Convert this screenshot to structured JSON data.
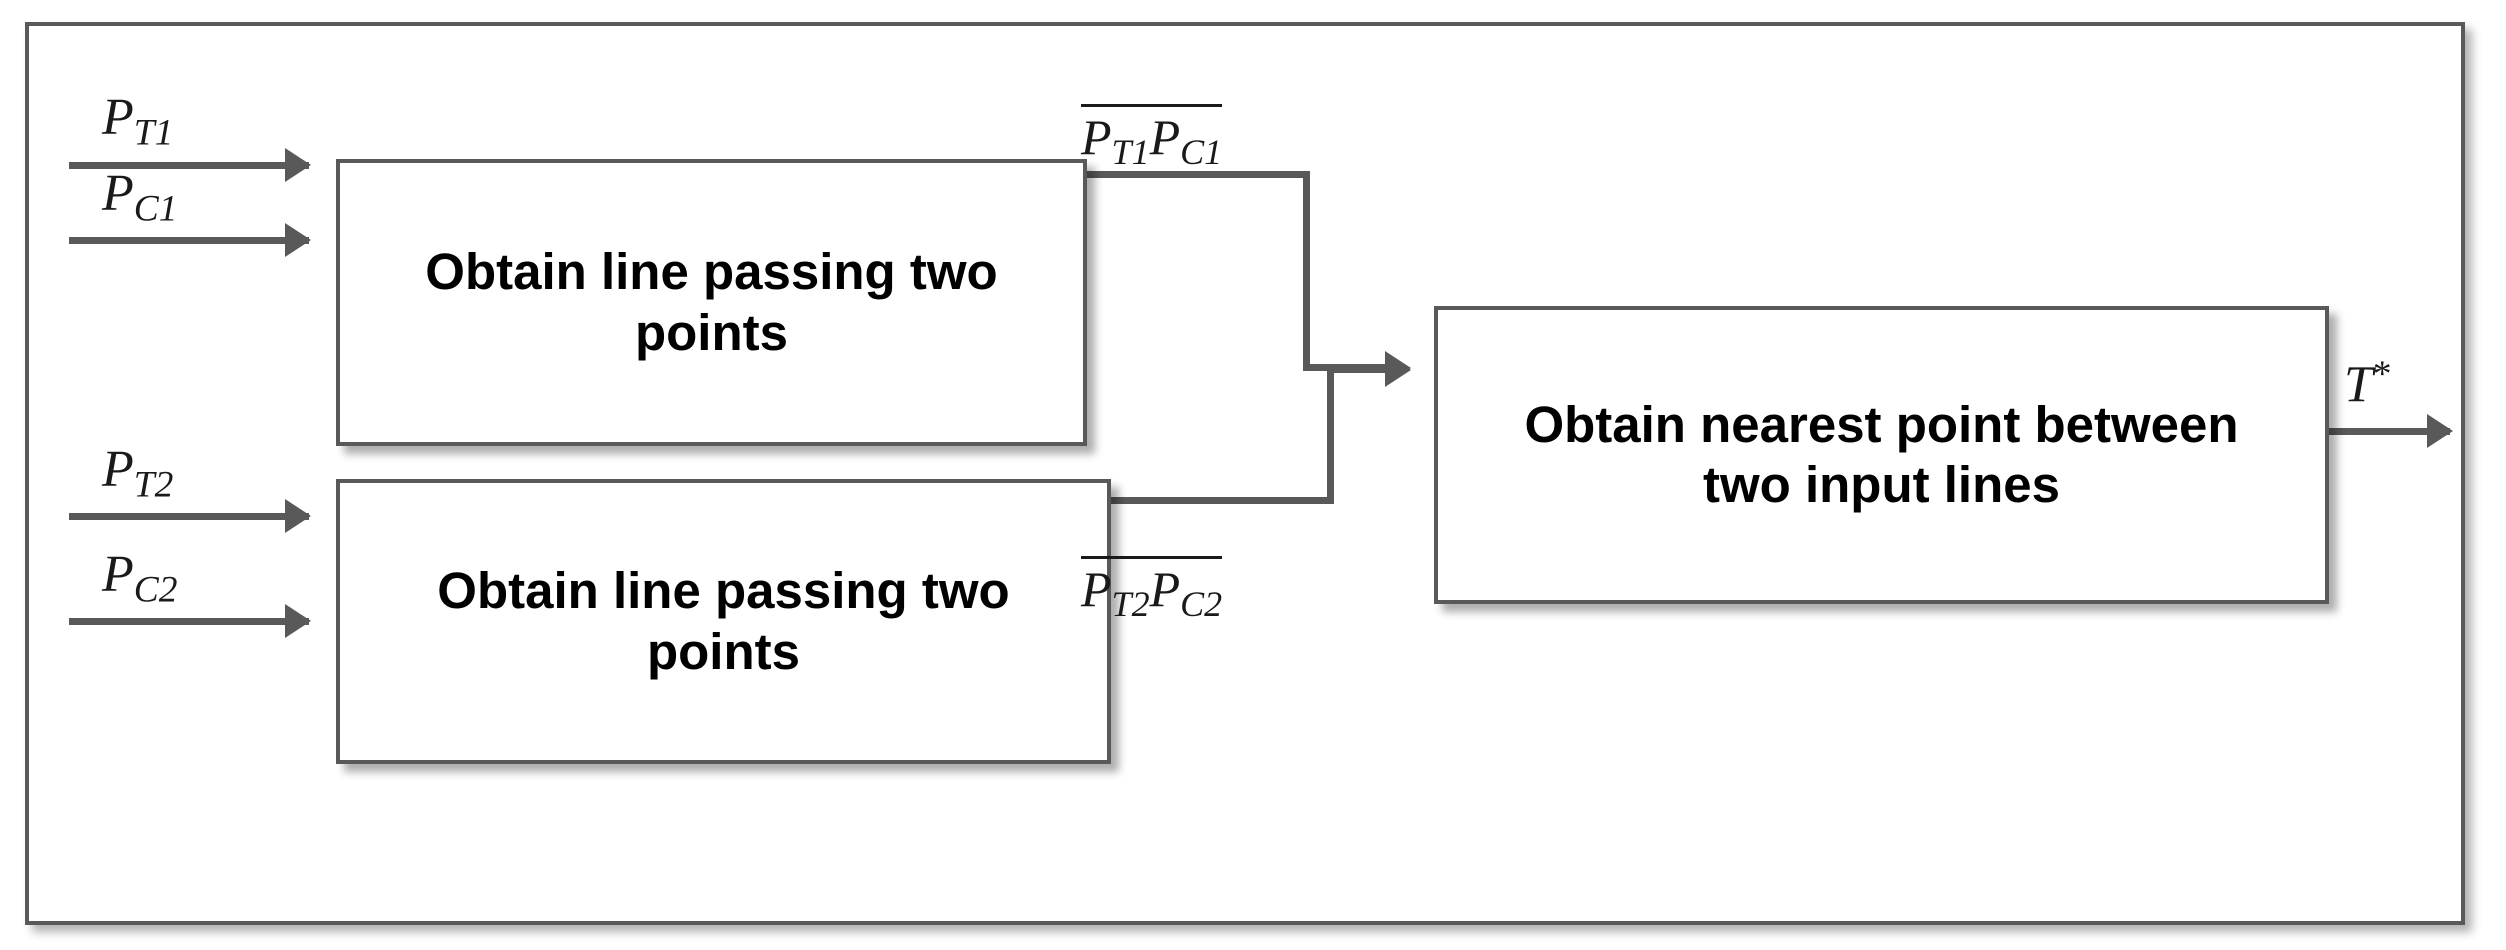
{
  "diagram": {
    "title": "Block diagram: obtain nearest point between two lines",
    "frame": {
      "border_color": "#595959",
      "background": "#ffffff"
    },
    "boxes": [
      {
        "id": "obtain-line-1",
        "label": "Obtain line passing two\npoints"
      },
      {
        "id": "obtain-line-2",
        "label": "Obtain line passing two\npoints"
      },
      {
        "id": "obtain-nearest-point",
        "label": "Obtain nearest point between\ntwo input lines"
      }
    ],
    "inputs": [
      {
        "id": "p-t1",
        "base": "P",
        "sub": "T1"
      },
      {
        "id": "p-c1",
        "base": "P",
        "sub": "C1"
      },
      {
        "id": "p-t2",
        "base": "P",
        "sub": "T2"
      },
      {
        "id": "p-c2",
        "base": "P",
        "sub": "C2"
      }
    ],
    "connectors": [
      {
        "id": "line-1-out",
        "base_a": "P",
        "sub_a": "T1",
        "base_b": "P",
        "sub_b": "C1",
        "overbar": true
      },
      {
        "id": "line-2-out",
        "base_a": "P",
        "sub_a": "T2",
        "base_b": "P",
        "sub_b": "C2",
        "overbar": true
      }
    ],
    "output": {
      "id": "t-star",
      "base": "T",
      "star": "*"
    },
    "colors": {
      "line": "#595959",
      "text": "#000000",
      "math_text": "#1a1a1a"
    }
  }
}
